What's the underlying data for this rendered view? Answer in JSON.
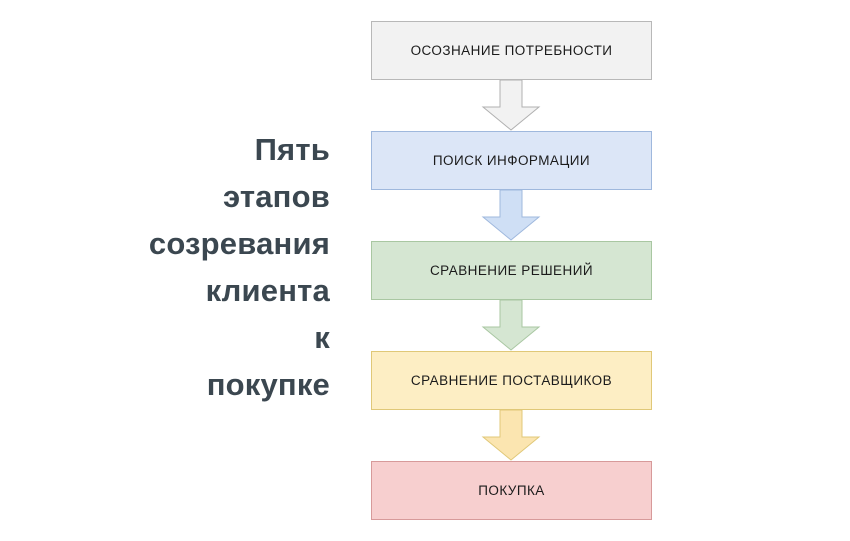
{
  "title": {
    "text": "Пять\nэтапов\nсозревания\nклиента\nк\nпокупке",
    "color": "#3b4750",
    "align": "right"
  },
  "flow": {
    "orientation": "vertical-top-to-bottom",
    "stages": [
      {
        "id": "stage-need-awareness",
        "label": "ОСОЗНАНИЕ ПОТРЕБНОСТИ",
        "fill": "#f2f2f2",
        "stroke": "#b8b8b8",
        "text_color": "#1b1b1b",
        "order": 1
      },
      {
        "id": "stage-information-search",
        "label": "ПОИСК ИНФОРМАЦИИ",
        "fill": "#dce6f7",
        "stroke": "#9fb8dd",
        "text_color": "#1b1b1b",
        "order": 2
      },
      {
        "id": "stage-solution-comparison",
        "label": "СРАВНЕНИЕ РЕШЕНИЙ",
        "fill": "#d5e6d2",
        "stroke": "#a9c7a2",
        "text_color": "#1b1b1b",
        "order": 3
      },
      {
        "id": "stage-vendor-comparison",
        "label": "СРАВНЕНИЕ ПОСТАВЩИКОВ",
        "fill": "#fdeec4",
        "stroke": "#e0c878",
        "text_color": "#1b1b1b",
        "order": 4
      },
      {
        "id": "stage-purchase",
        "label": "ПОКУПКА",
        "fill": "#f7cfcf",
        "stroke": "#d79a9a",
        "text_color": "#1b1b1b",
        "order": 5
      }
    ],
    "connectors": [
      {
        "id": "arrow-need-to-search",
        "icon": "down-block-arrow-icon",
        "from": "stage-need-awareness",
        "to": "stage-information-search",
        "fill": "#f2f2f2",
        "stroke": "#b0b0b0"
      },
      {
        "id": "arrow-search-to-solution",
        "icon": "down-block-arrow-icon",
        "from": "stage-information-search",
        "to": "stage-solution-comparison",
        "fill": "#cfdff5",
        "stroke": "#9fb8dd"
      },
      {
        "id": "arrow-solution-to-vendor",
        "icon": "down-block-arrow-icon",
        "from": "stage-solution-comparison",
        "to": "stage-vendor-comparison",
        "fill": "#d5e6d2",
        "stroke": "#a9c7a2"
      },
      {
        "id": "arrow-vendor-to-purchase",
        "icon": "down-block-arrow-icon",
        "from": "stage-vendor-comparison",
        "to": "stage-purchase",
        "fill": "#fbe5b0",
        "stroke": "#e0c878"
      }
    ]
  }
}
